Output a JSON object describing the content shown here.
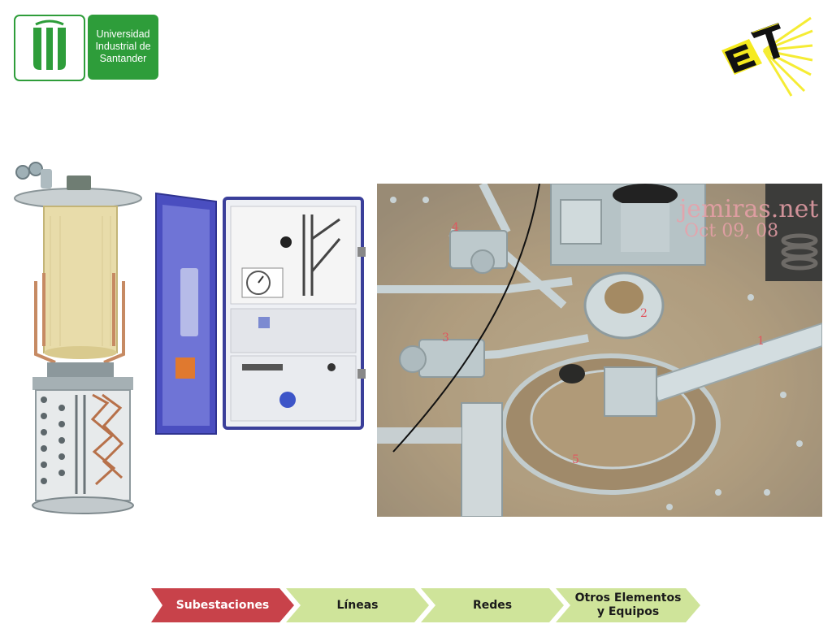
{
  "header": {
    "uis_logo": {
      "icon": "uis-emblem-icon",
      "line1": "Universidad",
      "line2": "Industrial de",
      "line3": "Santander",
      "color": "#2e9d3a"
    },
    "et_logo": {
      "icon": "et-sunburst-icon",
      "colors": [
        "#f5ea1f",
        "#111111"
      ]
    }
  },
  "photos": {
    "tank": {
      "watermark_domain": "jemiras.net",
      "watermark_date": "Oct 09, 08",
      "labels": [
        "4",
        "2",
        "3",
        "1",
        "5"
      ]
    }
  },
  "nav": {
    "items": [
      {
        "label": "Subestaciones",
        "active": true
      },
      {
        "label": "Líneas",
        "active": false
      },
      {
        "label": "Redes",
        "active": false
      },
      {
        "label": "Otros Elementos y Equipos",
        "line1": "Otros Elementos",
        "line2": "y Equipos",
        "active": false
      }
    ],
    "active_color": "#c8424a",
    "inactive_color": "#cfe49a"
  }
}
